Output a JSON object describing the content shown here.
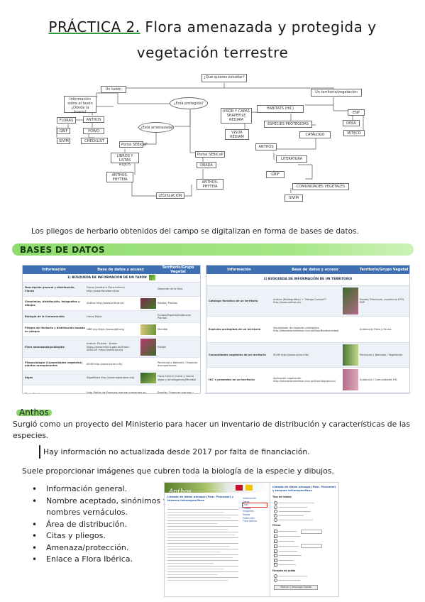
{
  "title": {
    "line1_prefix": "PRÁCTICA 2.",
    "line1_rest": " Flora amenazada y protegida y",
    "line2": "vegetación   terrestre"
  },
  "diagram": {
    "root": "¿Qué quieres estudiar?",
    "left_main": "Un taxón",
    "right_main": "Un territorio/vegetación",
    "info_box": "Información sobre el taxón ¿Dónde la busco?",
    "floras": "FLORAS",
    "anthos": "ANTHOS",
    "gbif": "GBIF",
    "powo": "POWO",
    "sivim": "SIVIM",
    "checklist": "CHECKLIST",
    "protegida": "¿Está protegida?",
    "amenazada": "¿Está amenazada?",
    "portal_sebicop_1": "Portal SEBiCoP",
    "libros_rojos": "LIBROS Y LISTAS ROJOS",
    "anthos_phyteia_1": "ANTHOS: PHYTEIA",
    "legislacion": "LEGISLACIÓN",
    "portal_sebicop_2": "Portal SEBiCoP",
    "drada": "DRADA",
    "anthos_phyteia_2": "ANTHOS: PHYTEIA",
    "visor_capas": "VISOR Y CAPAS SHAPEFILE REDIAM",
    "visor_rediam": "VISOR REDIAM",
    "habitats": "HABITATS (HIC)",
    "especies_protegidas": "ESPECIES PROTEGIDAS",
    "enp": "ENP",
    "dera": "DERA",
    "miteco": "MITECO",
    "catalogo": "CATÁLOGO",
    "anthos_r": "ANTHOS",
    "literatura": "LITERATURA",
    "gbif_r": "GBIF",
    "comunidades": "COMUNIDADES VEGETALES",
    "sivim_r": "SIVIM"
  },
  "intro_text": "Los pliegos de herbario obtenidos del campo se digitalizan en forma de bases de datos.",
  "section_bases": "BASES DE DATOS",
  "table_left": {
    "headers": [
      "Información",
      "Base de datos y acceso",
      "Territorio/Grupo Vegetal"
    ],
    "section": "1) BÚSQUEDA DE INFORMACIÓN DE UN TAXÓN",
    "rows": [
      {
        "info": "Descripción general y distribución. Claves",
        "db": "Floras (estatal o Flora Ibérica) http://www.floraiberica.es",
        "terr": "Depende de la flora"
      },
      {
        "info": "Sinonimias, distribución, fotografías y dibujos",
        "db": "Anthos http://www.anthos.es/",
        "terr": "Estatal/ Plantas"
      },
      {
        "info": "Biología de la Conservación",
        "db": "Libros Rojos",
        "terr": "Europa/España/Andalucía/ Plantas"
      },
      {
        "info": "Pliegos de Herbario y distribución basado en pliegos",
        "db": "GBIF.org https://www.gbif.org/",
        "terr": "Mundial"
      },
      {
        "info": "Flora amenazada/protegida",
        "db": "Anthos: Phyteia · Drada: https://www.miteco.gob.es/drada · SEBiCoP: https://sebicop.org",
        "terr": "Estatal"
      },
      {
        "info": "Fitosociología (Comunidades vegetales) plantas acompañantes",
        "db": "SIVIM http://www.sivim.info/",
        "terr": "Península y Baleares / Especies acompañantes"
      },
      {
        "info": "Algas",
        "db": "AlgaeBase http://www.algaebase.org/",
        "terr": "Flora marina (micro y macro algas y fanerógamas)/Mundial"
      },
      {
        "info": "Flora Marina",
        "db": "Lista Patrón de Especies marinas presentes en España https://www.miteco.gob.es/ Especies marinas",
        "terr": "España / Especies marinas * También de Hábitats."
      }
    ]
  },
  "table_right": {
    "headers": [
      "Información",
      "Base de datos y acceso",
      "Territorio/Grupo Vegetal"
    ],
    "section": "2) BÚSQUEDA DE INFORMACIÓN DE UN TERRITORIO",
    "rows": [
      {
        "info": "Catálogo florístico de un territorio",
        "db": "Anthos (Bibliográfico) + Trabajo Campo?? http://www.anthos.es/",
        "terr": "Estatal/ Municipio, cuadrícula UTM, ENP"
      },
      {
        "info": "Especies protegidas de un territorio",
        "db": "Visualizador de especies protegidas http://laboratoriorediam.cica.es/VisorBiodiversidad/",
        "terr": "Andalucía/ Flora y Fauna."
      },
      {
        "info": "Comunidades vegetales de un territorio",
        "db": "SIVIM http://www.sivim.info/",
        "terr": "Península y Baleares / Vegetación"
      },
      {
        "info": "HIC´s presentes en un territorio",
        "db": "Aplicación vegetación http://laboratoriorediam.cica.es/VisorVegetacion/",
        "terr": "Andalucía / Comunidades HIC"
      }
    ]
  },
  "anthos": {
    "heading": "Anthos",
    "p1": "Surgió como un proyecto del Ministerio para hacer un inventario de distribución y características de las especies.",
    "quote": "Hay información no actualizada desde 2017 por falta de financiación.",
    "p2": "Suele proporcionar imágenes que cubren toda la biología de la especie y dibujos.",
    "bullets": [
      "Información general.",
      "Nombre aceptado, sinónimos y nombres vernáculos.",
      "Área de distribución.",
      "Citas y pliegos.",
      "Amenaza/protección.",
      "Enlace a Flora Ibérica."
    ]
  },
  "screenshot1": {
    "logo": "Anthos",
    "heading": "Listado de Abies pinsapo (Fam. Pinaceae) y táxones infraespecíficos",
    "menu": [
      "Información",
      "Datos",
      "Citas",
      "Pliegos",
      "Imágenes",
      "Mapas",
      "Protección",
      "Flora Ibérica"
    ]
  },
  "screenshot2": {
    "heading": "Listado de Abies pinsapo (Fam. Pinaceae) y táxones infraespecíficos",
    "sec1": "Tipo de listado",
    "sec2": "Filtros",
    "sec3": "Formato de salida",
    "button": "Mostrar y descargar listado"
  },
  "colors": {
    "banner_green": "#8edb6e",
    "table_header_blue": "#3e6fb0",
    "accent_green": "#2e9b3a"
  }
}
